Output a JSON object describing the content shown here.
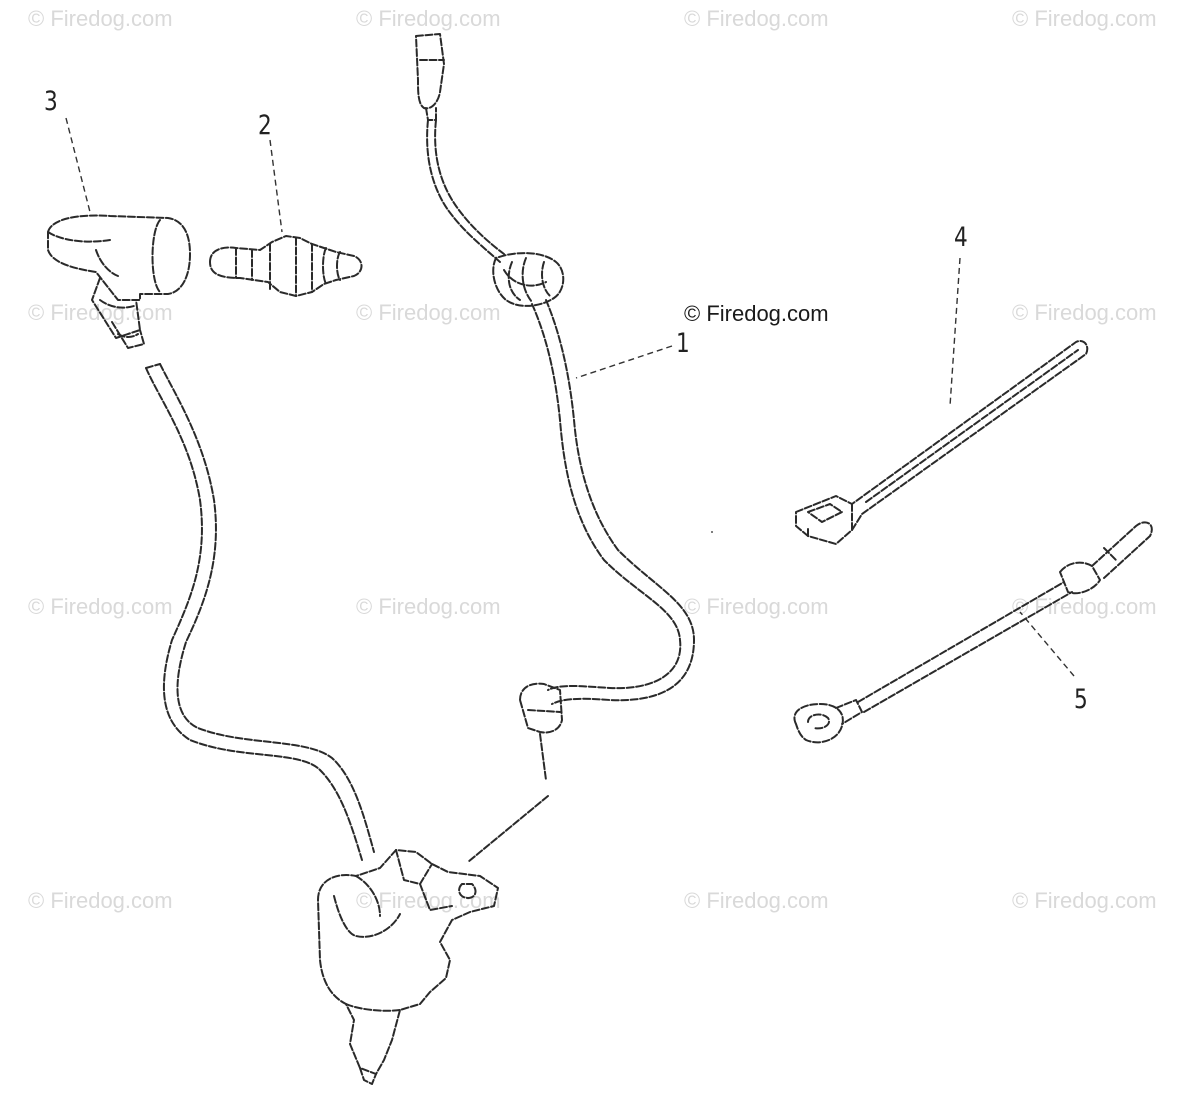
{
  "watermark": {
    "text": "© Firedog.com"
  },
  "copyright_label": "© Firedog.com",
  "parts": [
    {
      "callout": "1"
    },
    {
      "callout": "2"
    },
    {
      "callout": "3"
    },
    {
      "callout": "4"
    },
    {
      "callout": "5"
    }
  ]
}
